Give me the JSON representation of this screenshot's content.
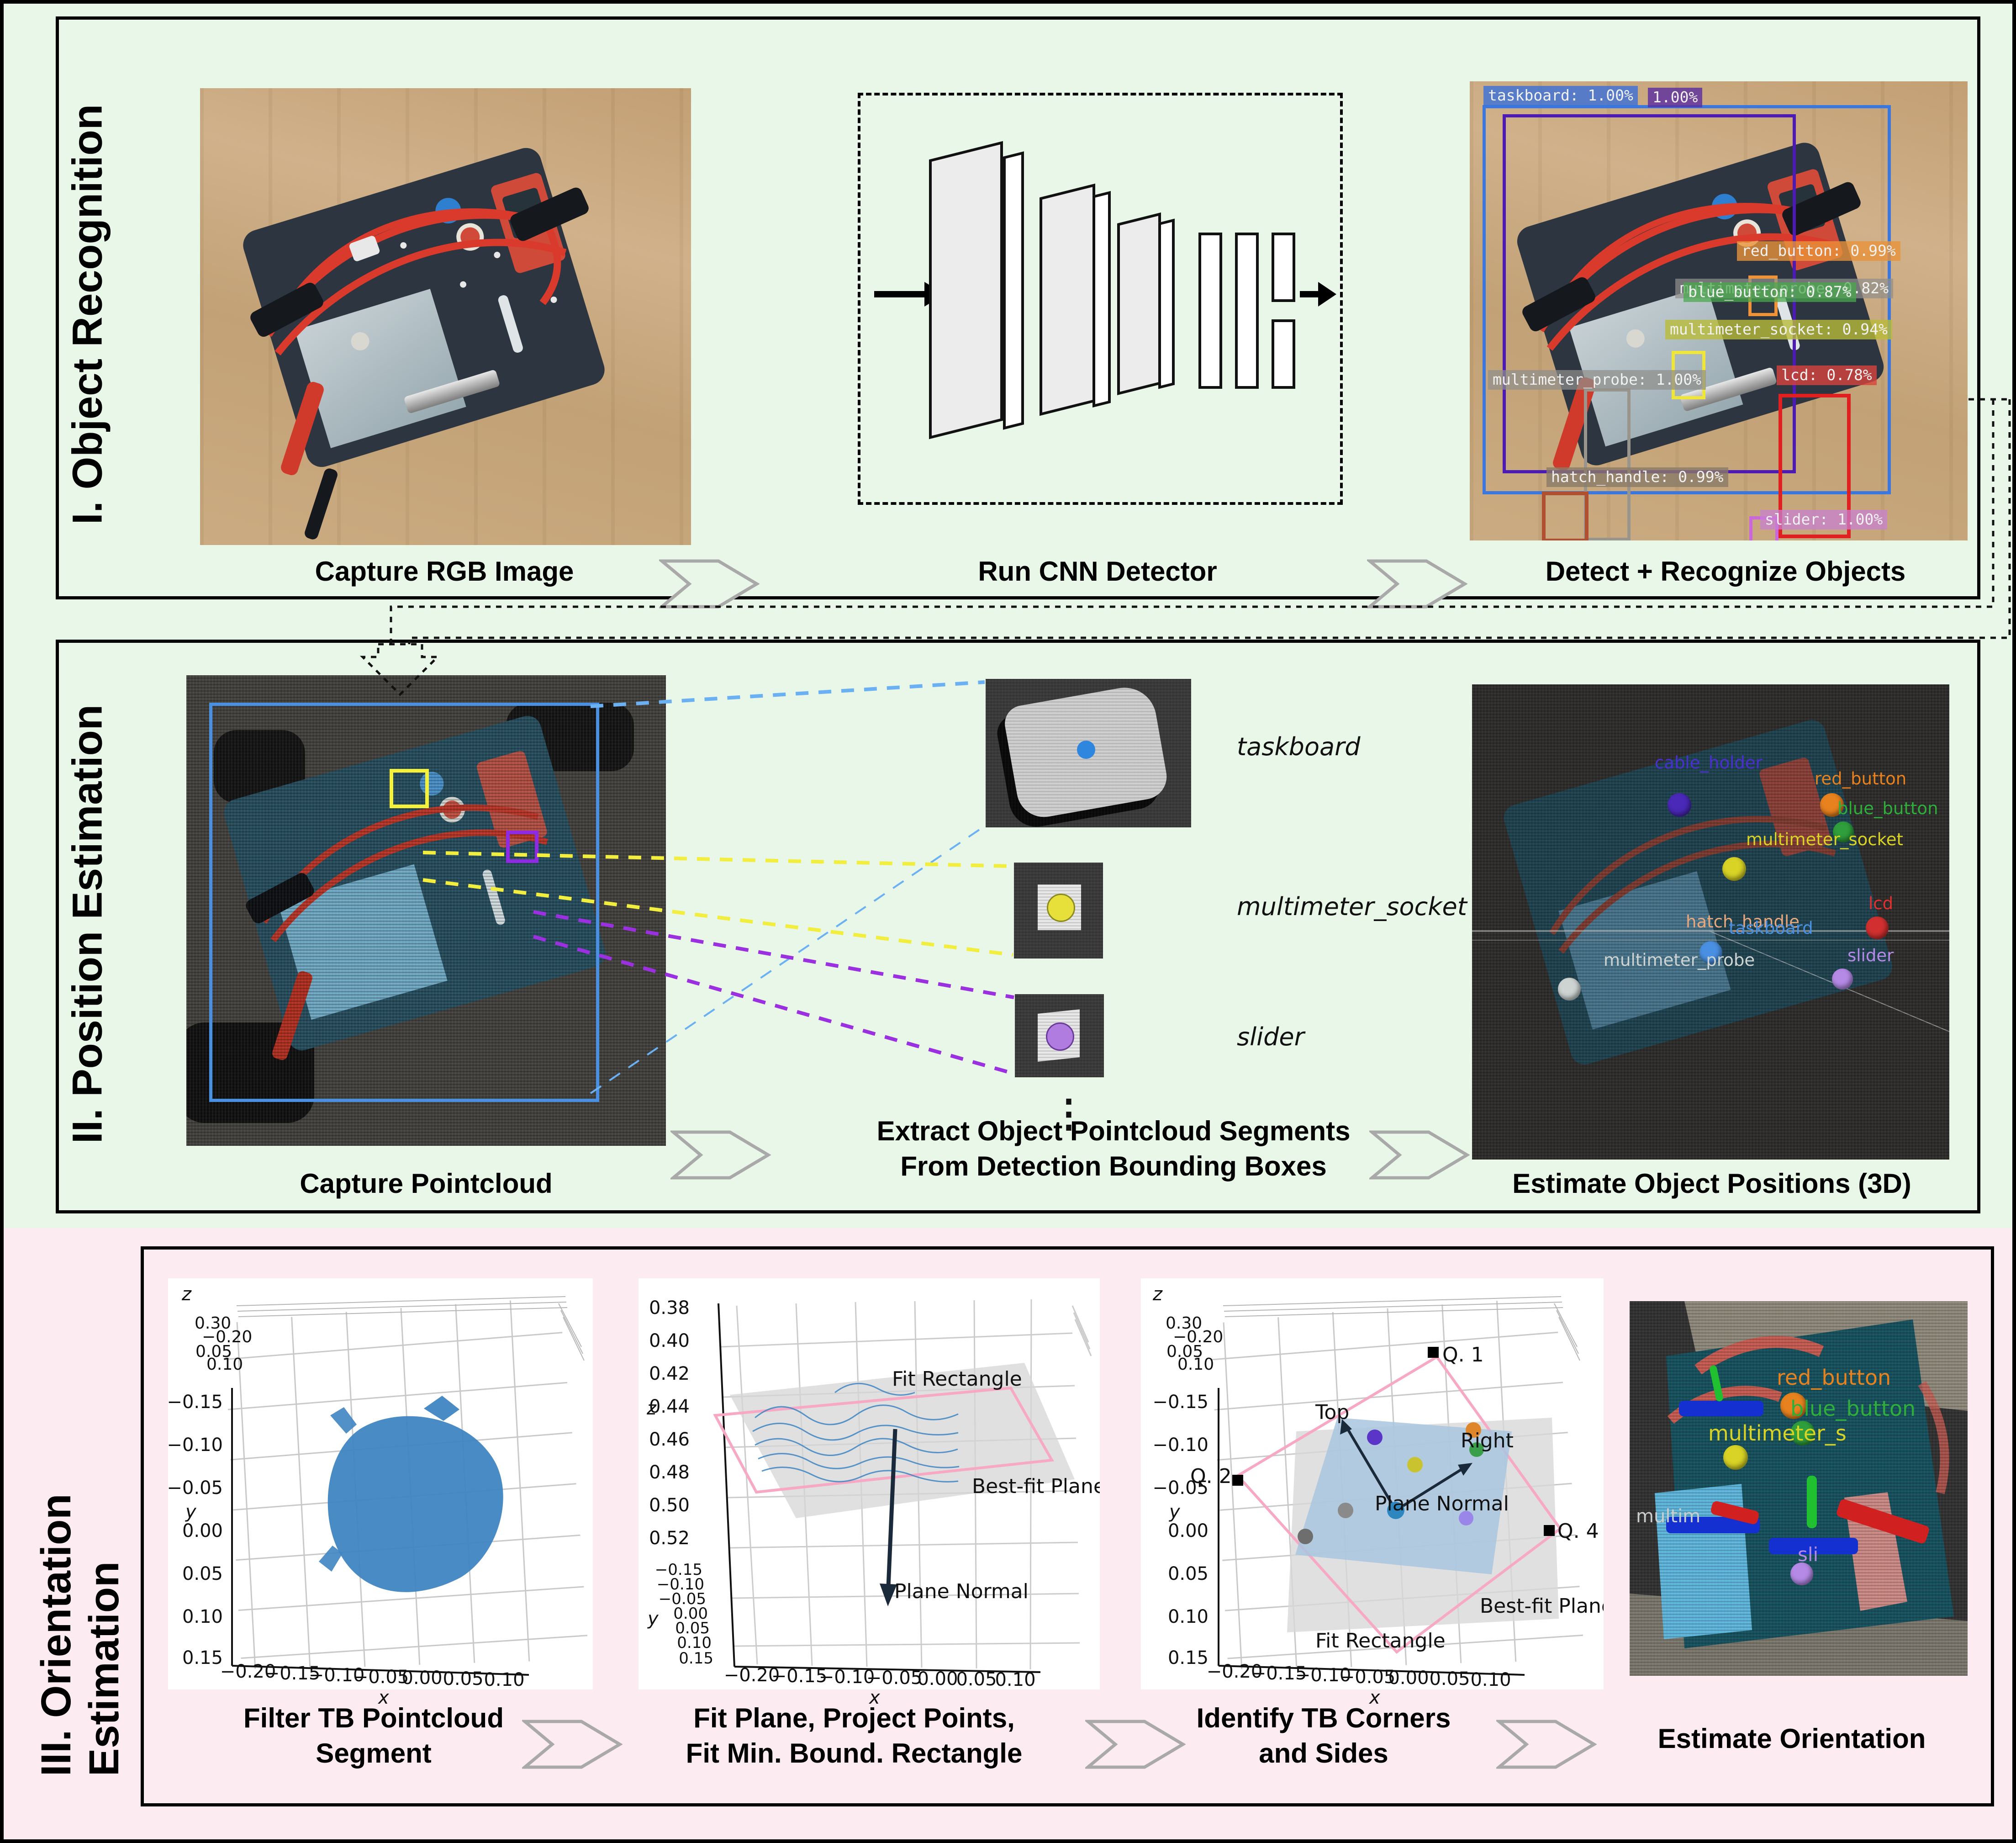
{
  "palette": {
    "section_bg": "#e9f7e9",
    "section3_bg": "#fcecf1",
    "panel_border": "#000000",
    "chevron_stroke": "#a9a9a9"
  },
  "sidebar": {
    "s1": "I. Object Recognition",
    "s2": "II. Position Estimation",
    "s3": "III. Orientation Estimation"
  },
  "row1": {
    "cap1": "Capture RGB Image",
    "cap2": "Run CNN Detector",
    "cap3": "Detect + Recognize Objects"
  },
  "row2": {
    "cap1": "Capture Pointcloud",
    "cap2_line1": "Extract Object Pointcloud Segments",
    "cap2_line2": "From Detection Bounding Boxes",
    "cap3": "Estimate Object Positions (3D)"
  },
  "row3": {
    "cap1_line1": "Filter TB Pointcloud",
    "cap1_line2": "Segment",
    "cap2_line1": "Fit Plane, Project Points,",
    "cap2_line2": "Fit Min. Bound. Rectangle",
    "cap3_line1": "Identify TB Corners",
    "cap3_line2": "and Sides",
    "cap4": "Estimate Orientation"
  },
  "detections": {
    "taskboard": {
      "label": "taskboard: 1.00%",
      "color": "#3a6fd8"
    },
    "cable_holder": {
      "label": "1.00%",
      "color": "#5a2da0"
    },
    "red_button": {
      "label": "red_button: 0.99%",
      "color": "#e8923a"
    },
    "blue_button": {
      "label": "blue_button: 0.87%",
      "color": "#4aa94e"
    },
    "probe_overlap": {
      "label": "multimeter_probe: 0.82%",
      "color": "#8f8f8a"
    },
    "socket": {
      "label": "multimeter_socket: 0.94%",
      "color": "#b9bb3a"
    },
    "probe": {
      "label": "multimeter_probe: 1.00%",
      "color": "#8f8f8a"
    },
    "lcd": {
      "label": "lcd: 0.78%",
      "color": "#d8433c"
    },
    "hatch": {
      "label": "hatch_handle: 0.99%",
      "color": "#8a7a68"
    },
    "slider": {
      "label": "slider: 1.00%",
      "color": "#c77fd4"
    }
  },
  "crops": {
    "c1": "taskboard",
    "c2": "multimeter_socket",
    "c3": "slider",
    "more": "⋮"
  },
  "positions3d": {
    "cable_holder": {
      "label": "cable_holder",
      "color": "#4a2fd0"
    },
    "red_button": {
      "label": "red_button",
      "color": "#e8821e"
    },
    "blue_button": {
      "label": "blue_button",
      "color": "#2fae3c"
    },
    "socket": {
      "label": "multimeter_socket",
      "color": "#d8d325"
    },
    "lcd": {
      "label": "lcd",
      "color": "#e03030"
    },
    "hatch": {
      "label": "hatch_handle",
      "color": "#e8a87c"
    },
    "taskboard": {
      "label": "taskboard",
      "color": "#4a90e2"
    },
    "probe": {
      "label": "multimeter_probe",
      "color": "#cdd4d2"
    },
    "slider": {
      "label": "slider",
      "color": "#b58ae6"
    }
  },
  "plot1": {
    "xlabel": "x",
    "ylabel": "y",
    "zlabel": "z",
    "xticks": [
      "−0.20",
      "−0.15",
      "−0.10",
      "−0.05",
      "0.00",
      "0.05",
      "0.10"
    ],
    "yticks": [
      "−0.15",
      "−0.10",
      "−0.05",
      "0.00",
      "0.05",
      "0.10",
      "0.15"
    ],
    "zjumble": [
      "0.30",
      "−0.20",
      "0.05",
      "0.10"
    ]
  },
  "plot2": {
    "xlabel": "x",
    "ylabel": "y",
    "zlabel": "z",
    "zticks": [
      "0.38",
      "0.40",
      "0.42",
      "0.44",
      "0.46",
      "0.48",
      "0.50",
      "0.52"
    ],
    "yticks": [
      "−0.15",
      "−0.10",
      "−0.05",
      "0.00",
      "0.05",
      "0.10",
      "0.15"
    ],
    "xticks": [
      "−0.20",
      "−0.15",
      "−0.10",
      "−0.05",
      "0.00",
      "0.05",
      "0.10"
    ],
    "ann_rect": "Fit Rectangle",
    "ann_plane": "Best-fit Plane",
    "ann_normal": "Plane Normal"
  },
  "plot3": {
    "xlabel": "x",
    "ylabel": "y",
    "zlabel": "z",
    "xticks": [
      "−0.20",
      "−0.15",
      "−0.10",
      "−0.05",
      "0.00",
      "0.05",
      "0.10"
    ],
    "yticks": [
      "−0.15",
      "−0.10",
      "−0.05",
      "0.00",
      "0.05",
      "0.10",
      "0.15"
    ],
    "zjumble": [
      "0.30",
      "−0.20",
      "0.05",
      "0.10"
    ],
    "q1": "Q. 1",
    "q2": "Q. 2",
    "q4": "Q. 4",
    "top": "Top",
    "right": "Right",
    "normal": "Plane Normal",
    "plane": "Best-fit Plane",
    "rect": "Fit Rectangle"
  },
  "orientation": {
    "red_button": {
      "label": "red_button",
      "color": "#e8821e"
    },
    "blue_button": {
      "label": "blue_button",
      "color": "#2fae3c"
    },
    "socket": {
      "label": "multimeter_s",
      "color": "#d8d325"
    },
    "probe": {
      "label": "multim",
      "color": "#c8cfcd"
    },
    "slider": {
      "label": "sli",
      "color": "#b58ae6"
    }
  }
}
